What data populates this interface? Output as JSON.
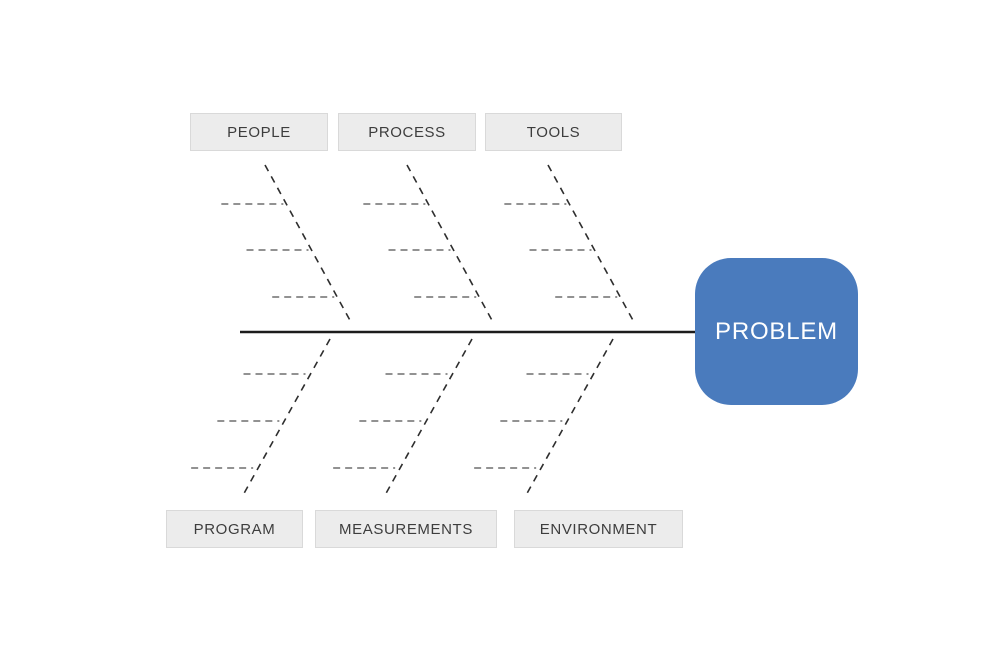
{
  "diagram": {
    "type": "fishbone",
    "problem": {
      "label": "PROBLEM",
      "bg_color": "#4a7bbd",
      "text_color": "#ffffff"
    },
    "top_categories": [
      {
        "label": "PEOPLE"
      },
      {
        "label": "PROCESS"
      },
      {
        "label": "TOOLS"
      }
    ],
    "bottom_categories": [
      {
        "label": "PROGRAM"
      },
      {
        "label": "MEASUREMENTS"
      },
      {
        "label": "ENVIRONMENT"
      }
    ],
    "sub_branches_per_bone": 3,
    "colors": {
      "canvas_bg": "#ffffff",
      "category_box_bg": "#ececec",
      "category_box_border": "#d9d9d9",
      "category_text": "#3d3d3d",
      "spine": "#1c1c1c",
      "bone": "#2e2e2e",
      "sub_branch": "#6e6e6e"
    }
  }
}
